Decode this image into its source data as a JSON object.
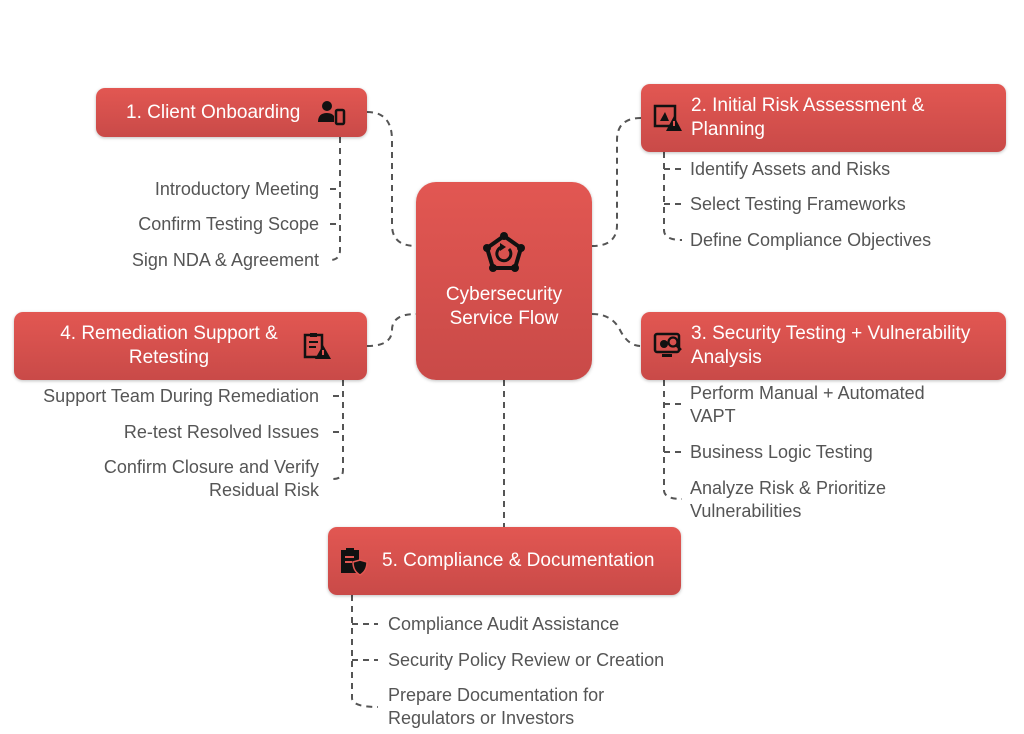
{
  "center": {
    "title_line1": "Cybersecurity",
    "title_line2": "Service Flow",
    "icon": "network-refresh-icon"
  },
  "steps": [
    {
      "label": "1. Client Onboarding",
      "icon": "user-device-icon",
      "items": [
        "Introductory Meeting",
        "Confirm Testing Scope",
        "Sign NDA & Agreement"
      ]
    },
    {
      "label": "2. Initial Risk Assessment & Planning",
      "icon": "image-warning-icon",
      "items": [
        "Identify Assets and Risks",
        "Select Testing Frameworks",
        "Define Compliance Objectives"
      ]
    },
    {
      "label": "3. Security Testing + Vulnerability Analysis",
      "icon": "monitor-bug-search-icon",
      "items": [
        "Perform Manual + Automated VAPT",
        "Business Logic Testing",
        "Analyze Risk & Prioritize Vulnerabilities"
      ]
    },
    {
      "label": "4. Remediation Support & Retesting",
      "icon": "clipboard-warning-icon",
      "items": [
        "Support Team During Remediation",
        "Re-test Resolved Issues",
        "Confirm Closure and Verify Residual Risk"
      ]
    },
    {
      "label": "5. Compliance & Documentation",
      "icon": "clipboard-shield-icon",
      "items": [
        "Compliance Audit Assistance",
        "Security Policy Review or Creation",
        "Prepare Documentation for Regulators or Investors"
      ]
    }
  ],
  "colors": {
    "box": "#dc5350",
    "text": "#555555",
    "line": "#555555"
  }
}
